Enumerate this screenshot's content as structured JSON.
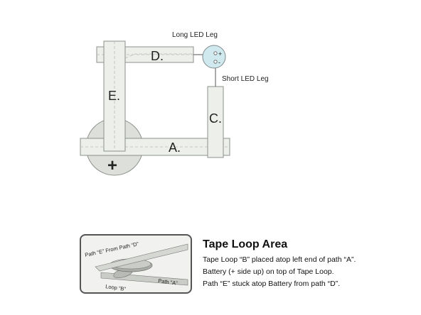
{
  "diagram": {
    "labels": {
      "path_a": "A.",
      "path_c": "C.",
      "path_d": "D.",
      "path_e": "E.",
      "battery_plus": "+",
      "long_led_leg": "Long LED Leg",
      "short_led_leg": "Short LED Leg",
      "led_plus": "+",
      "led_minus": "-"
    },
    "colors": {
      "tape": "#ecefea",
      "battery": "#dcdfda",
      "led": "#cfe9ee"
    }
  },
  "inset": {
    "label_path_e": "Path “E” From Path “D”",
    "label_path_a": "Path “A”",
    "label_loop_b": "Loop “B”"
  },
  "info": {
    "title": "Tape Loop Area",
    "lines": [
      "Tape Loop “B” placed atop left end of path “A”.",
      "Battery (+ side up) on top of Tape Loop.",
      "Path “E” stuck atop Battery from path “D”."
    ]
  }
}
